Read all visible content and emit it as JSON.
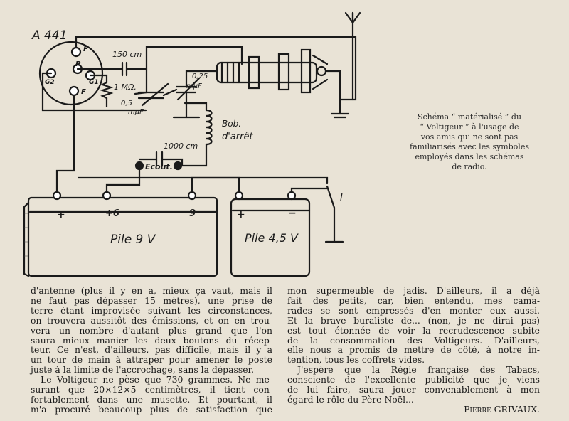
{
  "diagram": {
    "tube_label": "A 441",
    "pins": [
      "F",
      "P",
      "G2",
      "G1",
      "F"
    ],
    "c_150": "150 cm",
    "r_1m": "1 MΩ.",
    "c_005": "0,5",
    "c_005_unit": "mμF",
    "c_025": "0,25",
    "c_025_unit": "mμF",
    "choke_1": "Bob.",
    "choke_2": "d'arrêt",
    "c_1000": "1000 cm",
    "phones": "Ecout.",
    "pile9_label": "Pile 9 V",
    "pile9_terms": [
      "+",
      "+6",
      "9"
    ],
    "pile45_label": "Pile 4,5 V",
    "pile45_terms": [
      "+",
      "−"
    ],
    "switch_label": "I"
  },
  "caption": [
    "Schéma “ matérialisé ” du",
    "“ Voltigeur ” à l'usage de",
    "vos amis qui ne sont pas",
    "familiarisés avec les symboles",
    "employés dans les schémas",
    "de radio."
  ],
  "left_column": [
    "d'antenne (plus il y en a, mieux ça vaut, mais il",
    "ne faut pas dépasser 15 mètres), une prise de",
    "terre étant improvisée suivant les circonstances,",
    "on trouvera aussitôt des émissions, et on en trou-",
    "vera un nombre d'autant plus grand que l'on",
    "saura mieux manier les deux boutons du récep-",
    "teur. Ce n'est, d'ailleurs, pas difficile, mais il y a",
    "un tour de main à attraper pour amener le poste",
    "juste à la limite de l'accrochage, sans la dépasser.",
    "Le Voltigeur ne pèse que 730 grammes. Ne me-",
    "surant que 20×12×5 centimètres, il tient con-",
    "fortablement dans une musette. Et pourtant, il",
    "m'a procuré beaucoup plus de satisfaction que"
  ],
  "right_column": [
    "mon supermeuble de jadis. D'ailleurs, il a déjà",
    "fait des petits, car, bien entendu, mes cama-",
    "rades se sont empressés d'en monter eux aussi.",
    "Et la brave buraliste de... (non, je ne dirai pas)",
    "est tout étonnée de voir la recrudescence subite",
    "de la consommation des Voltigeurs. D'ailleurs,",
    "elle nous a promis de mettre de côté, à notre in-",
    "tention, tous les coffrets vides.",
    "J'espère que la Régie française des Tabacs,",
    "consciente de l'excellente publicité que je viens",
    "de lui faire, saura jouer convenablement à mon",
    "égard le rôle du Père Noël..."
  ],
  "author": "Pierre GRIVAUX."
}
